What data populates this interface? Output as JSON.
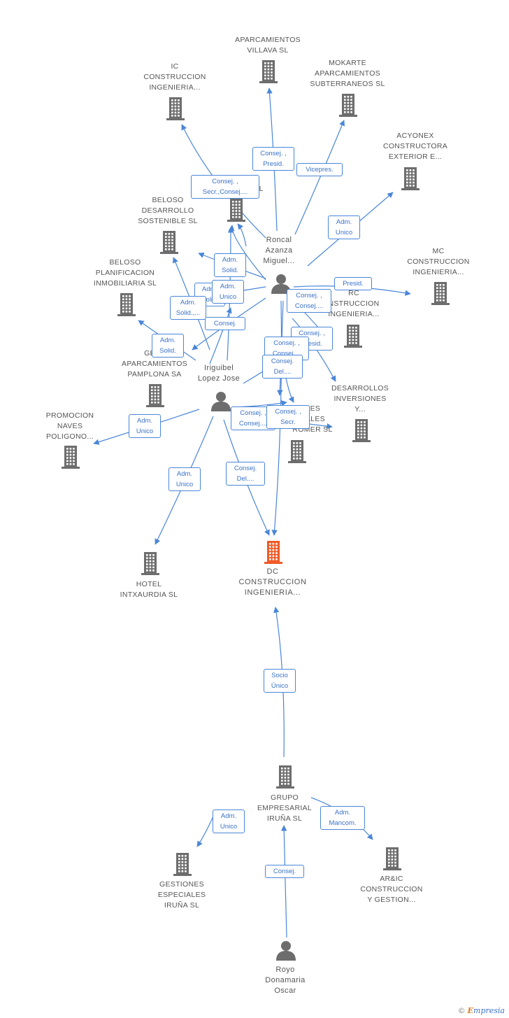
{
  "nodes": [
    {
      "id": "villava",
      "type": "company",
      "label": "APARCAMIENTOS\nVILLAVA SL"
    },
    {
      "id": "ic",
      "type": "company",
      "label": "IC\nCONSTRUCCION\nINGENIERIA..."
    },
    {
      "id": "mokarte",
      "type": "company",
      "label": "MOKARTE\nAPARCAMIENTOS\nSUBTERRANEOS SL"
    },
    {
      "id": "acyonex",
      "type": "company",
      "label": "ACYONEX\nCONSTRUCTORA\nEXTERIOR E..."
    },
    {
      "id": "sl_hidden",
      "type": "company",
      "label": "SL"
    },
    {
      "id": "beloso_des",
      "type": "company",
      "label": "BELOSO\nDESARROLLO\nSOSTENIBLE SL"
    },
    {
      "id": "mc",
      "type": "company",
      "label": "MC\nCONSTRUCCION\nINGENIERIA..."
    },
    {
      "id": "beloso_plan",
      "type": "company",
      "label": "BELOSO\nPLANIFICACION\nINMOBILIARIA SL"
    },
    {
      "id": "rc",
      "type": "company",
      "label": "RC\nNSTRUCCION\nINGENIERIA..."
    },
    {
      "id": "gest_pamplona",
      "type": "company",
      "label": "GEST\nAPARCAMIENTOS\nPAMPLONA SA"
    },
    {
      "id": "desarrollos",
      "type": "company",
      "label": "DESARROLLOS\nINVERSIONES\nY..."
    },
    {
      "id": "promocion",
      "type": "company",
      "label": "PROMOCION\nNAVES\nPOLIGONO..."
    },
    {
      "id": "romer",
      "type": "company",
      "label": "NES\nNALES\nROMER SL"
    },
    {
      "id": "hotel",
      "type": "company",
      "label": "HOTEL\nINTXAURDIA SL"
    },
    {
      "id": "dc",
      "type": "company_main",
      "label": "DC\nCONSTRUCCION\nINGENIERIA..."
    },
    {
      "id": "grupo",
      "type": "company",
      "label": "GRUPO\nEMPRESARIAL\nIRUÑA SL"
    },
    {
      "id": "gestiones",
      "type": "company",
      "label": "GESTIONES\nESPECIALES\nIRUÑA SL"
    },
    {
      "id": "aric",
      "type": "company",
      "label": "AR&IC\nCONSTRUCCION\nY GESTION..."
    },
    {
      "id": "roncal",
      "type": "person",
      "label": "Roncal\nAzanza\nMiguel..."
    },
    {
      "id": "iriguibel",
      "type": "person",
      "label": "Iriguibel\nLopez Jose"
    },
    {
      "id": "royo",
      "type": "person",
      "label": "Royo\nDonamaria\nOscar"
    }
  ],
  "relations": [
    {
      "label": "Consej. ,\nPresid."
    },
    {
      "label": "Vicepres."
    },
    {
      "label": "Consej. ,\nSecr.,Consej...."
    },
    {
      "label": "Adm.\nUnico"
    },
    {
      "label": "Adm.\nSolid."
    },
    {
      "label": "Adm.\nSolid."
    },
    {
      "label": "Adm.\nUnico"
    },
    {
      "label": "Adm.\nSolid.,..."
    },
    {
      "label": "Consej."
    },
    {
      "label": "Presid."
    },
    {
      "label": "Consej. ,\nConsej...."
    },
    {
      "label": "Consej. ,\nPresid."
    },
    {
      "label": "Consej. ,\nConsej...."
    },
    {
      "label": "Consej.\nDel...."
    },
    {
      "label": "Adm.\nSolid."
    },
    {
      "label": "Adm.\nUnico"
    },
    {
      "label": "Consej. ,\nConsej...."
    },
    {
      "label": "Consej. ,\nSecr."
    },
    {
      "label": "Adm.\nUnico"
    },
    {
      "label": "Consej.\nDel...."
    },
    {
      "label": "Socio\nÚnico"
    },
    {
      "label": "Adm.\nUnico"
    },
    {
      "label": "Adm.\nMancom."
    },
    {
      "label": "Consej."
    }
  ],
  "colors": {
    "edge": "#4a86d8",
    "company_icon": "#6d6d6d",
    "main_icon": "#f05a28",
    "person_icon": "#6d6d6d"
  },
  "footer": {
    "symbol": "©",
    "brand_initial": "E",
    "brand_rest": "mpresia"
  }
}
